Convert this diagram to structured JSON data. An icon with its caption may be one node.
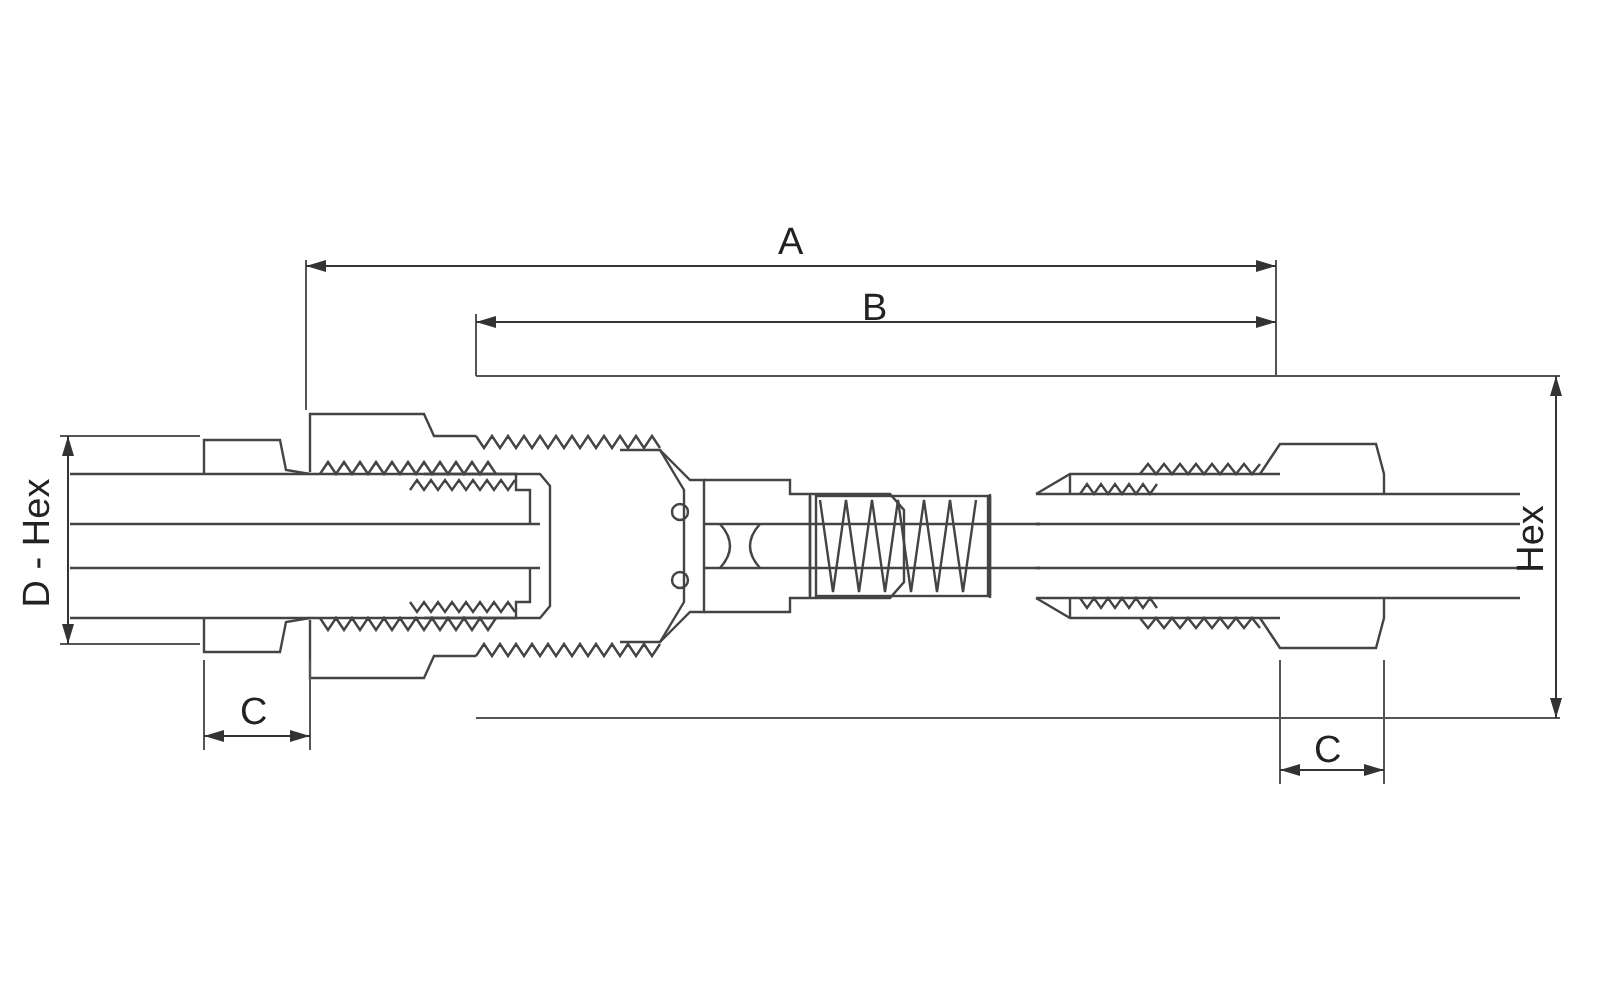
{
  "diagram": {
    "labels": [
      "A",
      "B",
      "D - Hex",
      "Hex",
      "C",
      "C"
    ]
  }
}
